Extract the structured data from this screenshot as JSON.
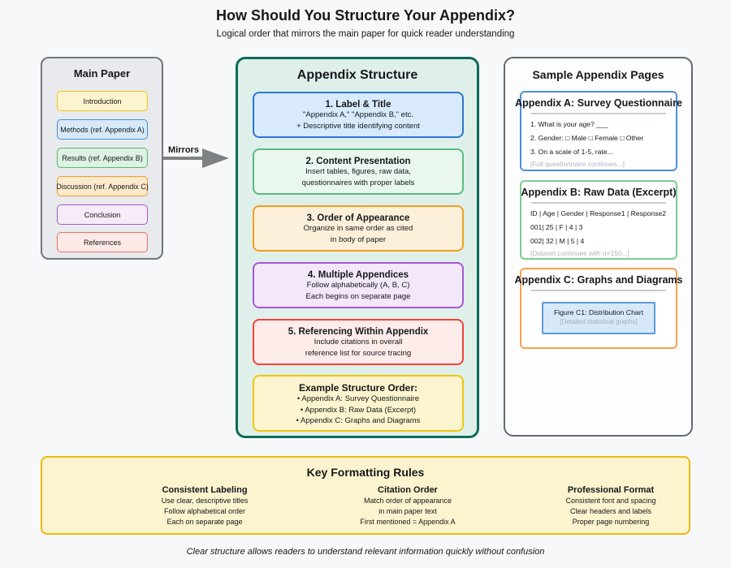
{
  "page": {
    "title": "How Should You Structure Your Appendix?",
    "subtitle": "Logical order that mirrors the main paper for quick reader understanding",
    "footer": "Clear structure allows readers to understand relevant information quickly without confusion",
    "background": "#f7f8fa"
  },
  "main_paper": {
    "title": "Main Paper",
    "panel_bg": "#e9eaed",
    "panel_border": "#6e7781",
    "items": [
      {
        "label": "Introduction",
        "bg": "#fcf3cf",
        "border": "#f3c60e"
      },
      {
        "label": "Methods (ref. Appendix A)",
        "bg": "#d7e9f8",
        "border": "#3f8ed6"
      },
      {
        "label": "Results (ref. Appendix B)",
        "bg": "#ddf2e2",
        "border": "#57b868"
      },
      {
        "label": "Discussion (ref. Appendix C)",
        "bg": "#fdeacd",
        "border": "#f09b28"
      },
      {
        "label": "Conclusion",
        "bg": "#f5ebf9",
        "border": "#a55cc6"
      },
      {
        "label": "References",
        "bg": "#fdeae7",
        "border": "#ef6f5e"
      }
    ]
  },
  "arrow": {
    "label": "Mirrors",
    "color": "#7f8285"
  },
  "appendix_structure": {
    "title": "Appendix Structure",
    "panel_bg": "#dff0eb",
    "panel_border": "#0e6a5b",
    "boxes": [
      {
        "title": "1. Label & Title",
        "lines": [
          "\"Appendix A,\" \"Appendix B,\" etc.",
          "+ Descriptive title identifying content"
        ],
        "bg": "#d8eafc",
        "border": "#2d77d2"
      },
      {
        "title": "2. Content Presentation",
        "lines": [
          "Insert tables, figures, raw data,",
          "questionnaires with proper labels"
        ],
        "bg": "#e9f7ee",
        "border": "#56bd7d"
      },
      {
        "title": "3. Order of Appearance",
        "lines": [
          "Organize in same order as cited",
          "in body of paper"
        ],
        "bg": "#fdf0db",
        "border": "#f59e1c"
      },
      {
        "title": "4. Multiple Appendices",
        "lines": [
          "Follow alphabetically (A, B, C)",
          "Each begins on separate page"
        ],
        "bg": "#f3e7fa",
        "border": "#a458d2"
      },
      {
        "title": "5. Referencing Within Appendix",
        "lines": [
          "Include citations in overall",
          "reference list for source tracing"
        ],
        "bg": "#fdecea",
        "border": "#f14338"
      },
      {
        "title": "Example Structure Order:",
        "lines": [
          "• Appendix A: Survey Questionnaire",
          "• Appendix B: Raw Data (Excerpt)",
          "• Appendix C: Graphs and Diagrams"
        ],
        "bg": "#fcf4ce",
        "border": "#f3c50f"
      }
    ]
  },
  "sample_pages": {
    "title": "Sample Appendix Pages",
    "panel_bg": "#fdfdfe",
    "panel_border": "#5f6a74",
    "cards": [
      {
        "title": "Appendix A: Survey Questionnaire",
        "border": "#4a90d9",
        "lines": [
          "1. What is your age? ___",
          "2. Gender: □ Male □ Female □ Other",
          "3. On a scale of 1-5, rate..."
        ],
        "note": "[Full questionnaire continues...]"
      },
      {
        "title": "Appendix B: Raw Data (Excerpt)",
        "border": "#7ecb92",
        "lines": [
          "ID | Age | Gender | Response1 | Response2",
          "001| 25 | F | 4 | 3",
          "002| 32 | M | 5 | 4"
        ],
        "note": "[Dataset continues with n=150...]"
      },
      {
        "title": "Appendix C: Graphs and Diagrams",
        "border": "#f5a14d",
        "figure": {
          "title": "Figure C1: Distribution Chart",
          "note": "[Detailed statistical graphs]",
          "bg": "#d7e9f9",
          "border": "#5b9bd5"
        }
      }
    ]
  },
  "formatting_rules": {
    "title": "Key Formatting Rules",
    "panel_bg": "#fcf3cf",
    "panel_border": "#e9ba0d",
    "columns": [
      {
        "heading": "Consistent Labeling",
        "lines": [
          "Use clear, descriptive titles",
          "Follow alphabetical order",
          "Each on separate page"
        ]
      },
      {
        "heading": "Citation Order",
        "lines": [
          "Match order of appearance",
          "in main paper text",
          "First mentioned = Appendix A"
        ]
      },
      {
        "heading": "Professional Format",
        "lines": [
          "Consistent font and spacing",
          "Clear headers and labels",
          "Proper page numbering"
        ]
      }
    ]
  }
}
